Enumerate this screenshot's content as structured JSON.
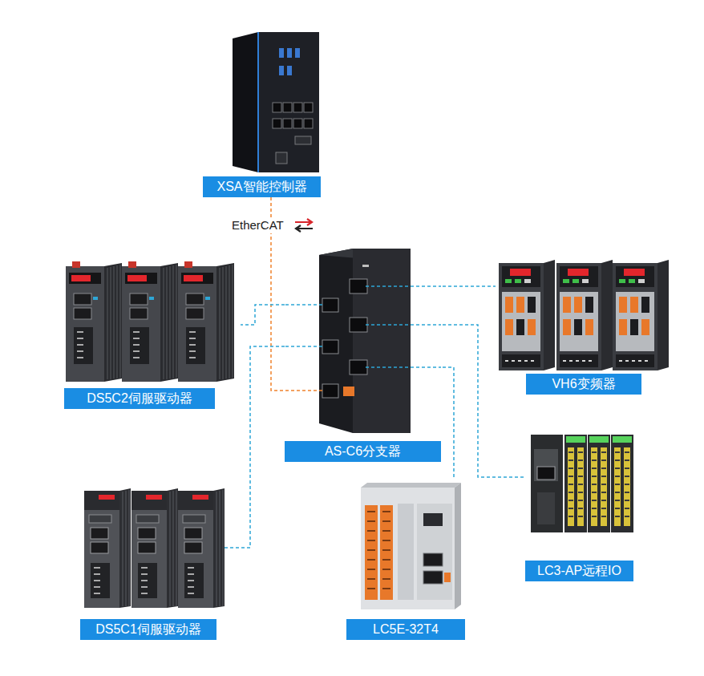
{
  "diagram": {
    "nodes": [
      {
        "text": [
          "XSA智能控制器"
        ]
      },
      {
        "text": [
          "DS5C2伺服驱动器"
        ]
      },
      {
        "text": [
          "AS-C6分支器"
        ]
      },
      {
        "text": [
          "VH6变频器"
        ]
      },
      {
        "text": [
          "DS5C1伺服驱动器"
        ]
      },
      {
        "text": [
          "LC5E-32T4"
        ]
      },
      {
        "text": [
          "LC3-AP远程IO"
        ]
      }
    ],
    "edges": [
      {
        "from": 0,
        "to": 2,
        "arrow": "none"
      },
      {
        "from": 2,
        "to": 1,
        "arrow": "none"
      },
      {
        "from": 2,
        "to": 4,
        "arrow": "none"
      },
      {
        "from": 2,
        "to": 3,
        "arrow": "none"
      },
      {
        "from": 2,
        "to": 6,
        "arrow": "none"
      },
      {
        "from": 2,
        "to": 5,
        "arrow": "none"
      }
    ],
    "labels": [
      "EtherCAT"
    ]
  }
}
